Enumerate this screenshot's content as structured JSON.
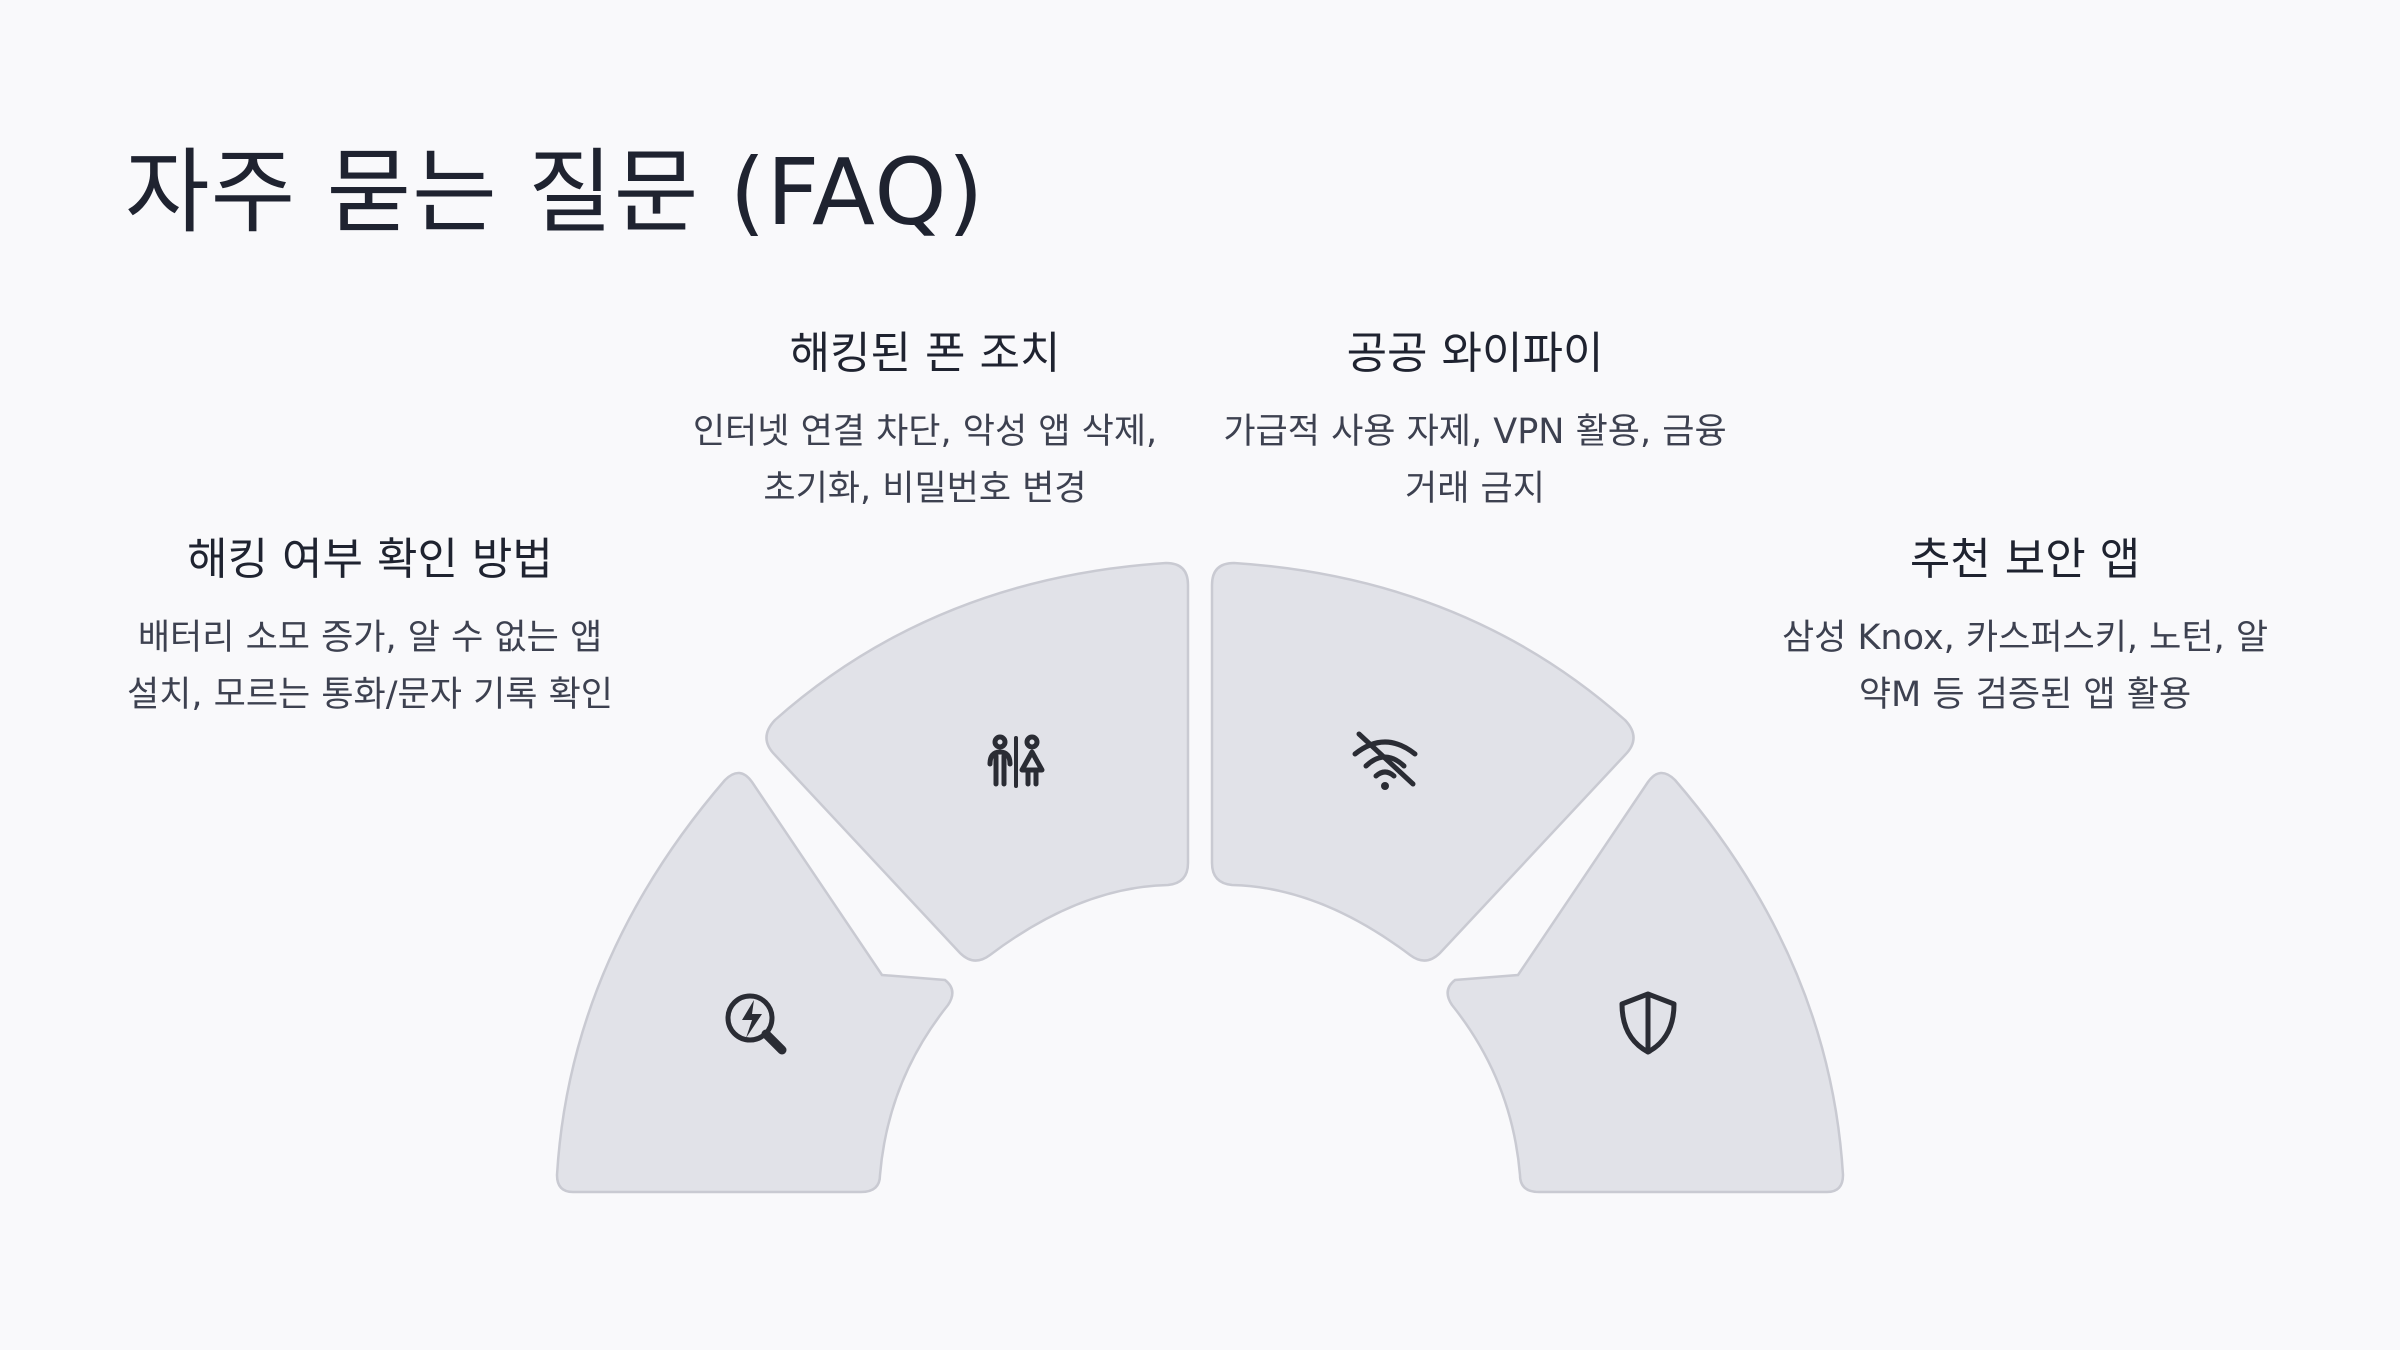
{
  "title": "자주 묻는 질문 (FAQ)",
  "items": [
    {
      "title": "해킹 여부 확인 방법",
      "desc": [
        "배터리 소모 증가, 알 수 없는 앱",
        "설치, 모르는 통화/문자 기록 확인"
      ],
      "icon": "search-bolt-icon"
    },
    {
      "title": "해킹된 폰 조치",
      "desc": [
        "인터넷 연결 차단, 악성 앱 삭제,",
        "초기화, 비밀번호 변경"
      ],
      "icon": "people-icon"
    },
    {
      "title": "공공 와이파이",
      "desc": [
        "가급적 사용 자제, VPN 활용, 금융",
        "거래 금지"
      ],
      "icon": "wifi-off-icon"
    },
    {
      "title": "추천 보안 앱",
      "desc": [
        "삼성 Knox, 카스퍼스키, 노턴, 알",
        "약M 등 검증된 앱 활용"
      ],
      "icon": "shield-icon"
    }
  ],
  "colors": {
    "background": "#f9f9fb",
    "segment_fill": "#e1e2e8",
    "segment_stroke": "#c9cad2",
    "text": "#1f2330",
    "subtext": "#3d4150"
  }
}
